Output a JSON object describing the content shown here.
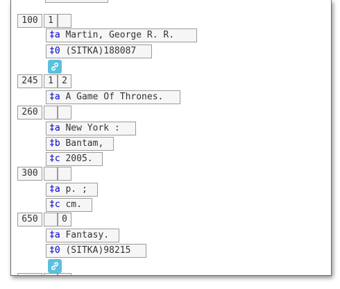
{
  "fields": [
    {
      "tag": "100",
      "ind1": "1",
      "ind2": "",
      "subfields": [
        {
          "code": "‡a",
          "value": "Martin, George R. R."
        },
        {
          "code": "‡0",
          "value": "(SITKA)188087"
        }
      ],
      "link": true
    },
    {
      "tag": "245",
      "ind1": "1",
      "ind2": "2",
      "subfields": [
        {
          "code": "‡a",
          "value": "A Game Of Thrones."
        }
      ],
      "link": false
    },
    {
      "tag": "260",
      "ind1": "",
      "ind2": "",
      "subfields": [
        {
          "code": "‡a",
          "value": "New York :"
        },
        {
          "code": "‡b",
          "value": "Bantam,"
        },
        {
          "code": "‡c",
          "value": "2005."
        }
      ],
      "link": false
    },
    {
      "tag": "300",
      "ind1": "",
      "ind2": "",
      "subfields": [
        {
          "code": "‡a",
          "value": "p. ;"
        },
        {
          "code": "‡c",
          "value": "cm."
        }
      ],
      "link": false
    },
    {
      "tag": "650",
      "ind1": "",
      "ind2": "0",
      "subfields": [
        {
          "code": "‡a",
          "value": "Fantasy."
        },
        {
          "code": "‡0",
          "value": "(SITKA)98215"
        }
      ],
      "link": true
    }
  ],
  "icons": {
    "link": "link-icon"
  },
  "colors": {
    "link_button": "#5bc0de",
    "subfield_code": "#0000cc"
  }
}
